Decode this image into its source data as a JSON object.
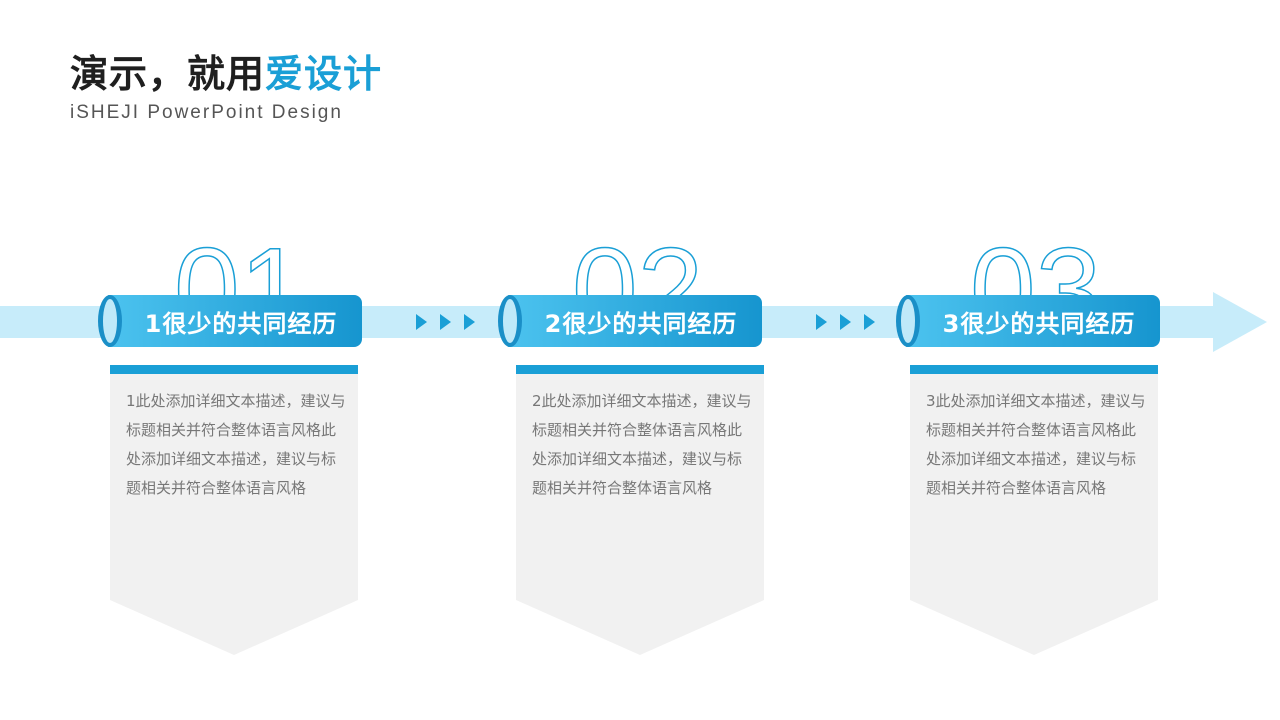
{
  "header": {
    "title_main": "演示，就用",
    "title_accent": "爱设计",
    "subtitle": "iSHEJI PowerPoint Design"
  },
  "colors": {
    "accent": "#1a9fd6",
    "track": "#c7ecfa",
    "card": "#f1f1f1"
  },
  "steps": [
    {
      "number": "01",
      "label": "1很少的共同经历",
      "description": "1此处添加详细文本描述，建议与标题相关并符合整体语言风格此处添加详细文本描述，建议与标题相关并符合整体语言风格"
    },
    {
      "number": "02",
      "label": "2很少的共同经历",
      "description": "2此处添加详细文本描述，建议与标题相关并符合整体语言风格此处添加详细文本描述，建议与标题相关并符合整体语言风格"
    },
    {
      "number": "03",
      "label": "3很少的共同经历",
      "description": "3此处添加详细文本描述，建议与标题相关并符合整体语言风格此处添加详细文本描述，建议与标题相关并符合整体语言风格"
    }
  ],
  "icons": [
    "chevron-right-icon",
    "arrow-head-icon"
  ]
}
